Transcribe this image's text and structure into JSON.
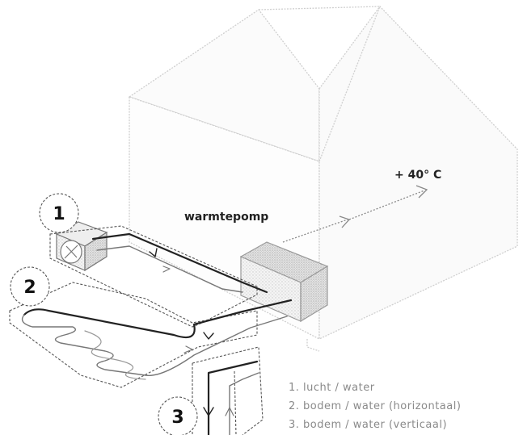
{
  "labels": {
    "heat_pump": "warmtepomp",
    "temperature": "+ 40° C"
  },
  "numbers": [
    "1",
    "2",
    "3"
  ],
  "legend": [
    "1. lucht / water",
    "2. bodem / water (horizontaal)",
    "3. bodem / water (verticaal)"
  ]
}
